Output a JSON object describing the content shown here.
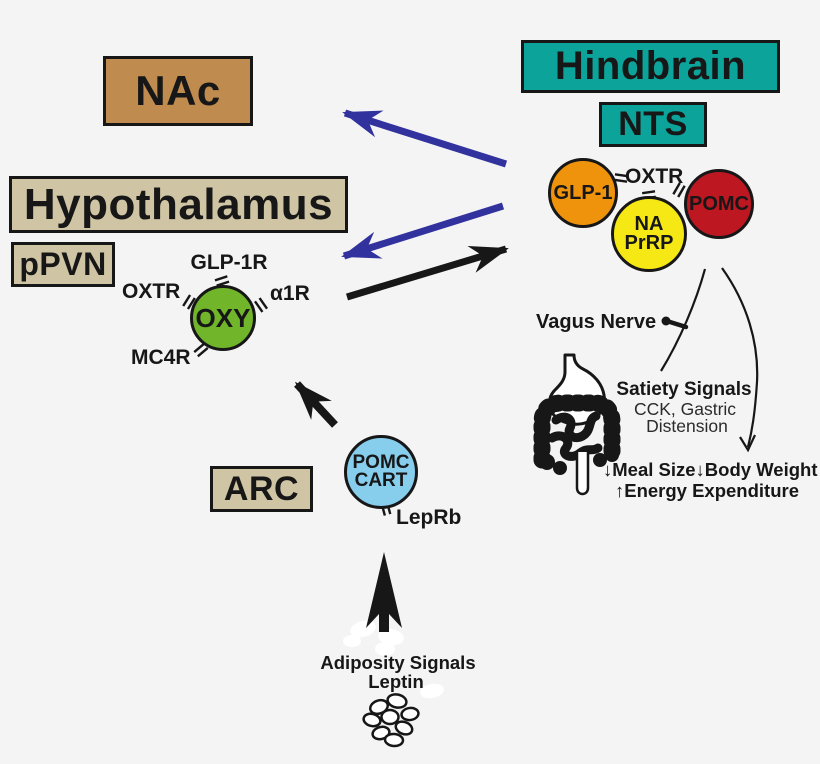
{
  "colors": {
    "bg": "#f4f4f4",
    "ink": "#171717",
    "boxTan": "#cfc4a3",
    "boxBrown": "#bf8b4e",
    "boxTeal": "#0ba39a",
    "circleGreen": "#70b52a",
    "circleOrange": "#f0930c",
    "circleYellow": "#f6e814",
    "circleRed": "#bd1722",
    "circleSky": "#87cdec",
    "arrowBlue": "#32329e",
    "white": "#ffffff"
  },
  "regions": {
    "nac": "NAc",
    "hindbrain": "Hindbrain",
    "nts": "NTS",
    "hypothalamus": "Hypothalamus",
    "ppvn": "pPVN",
    "arc": "ARC"
  },
  "neurons": {
    "glp1": "GLP-1",
    "na": "NA",
    "prrp": "PrRP",
    "pomc_hindbrain": "POMC",
    "oxy": "OXY",
    "pomc_arc": "POMC",
    "cart_arc": "CART"
  },
  "receptors": {
    "glp1r": "GLP-1R",
    "oxtr_pvn": "OXTR",
    "a1r": "α1R",
    "mc4r": "MC4R",
    "oxtr_nts": "OXTR",
    "leprb": "LepRb"
  },
  "annotations": {
    "vagus": "Vagus Nerve",
    "satiety_title": "Satiety Signals",
    "satiety_cck": "CCK, Gastric",
    "satiety_distension": "Distension",
    "outcome1": "↓Meal Size↓Body Weight",
    "outcome2": "↑Energy Expenditure",
    "adiposity": "Adiposity Signals",
    "leptin": "Leptin"
  }
}
